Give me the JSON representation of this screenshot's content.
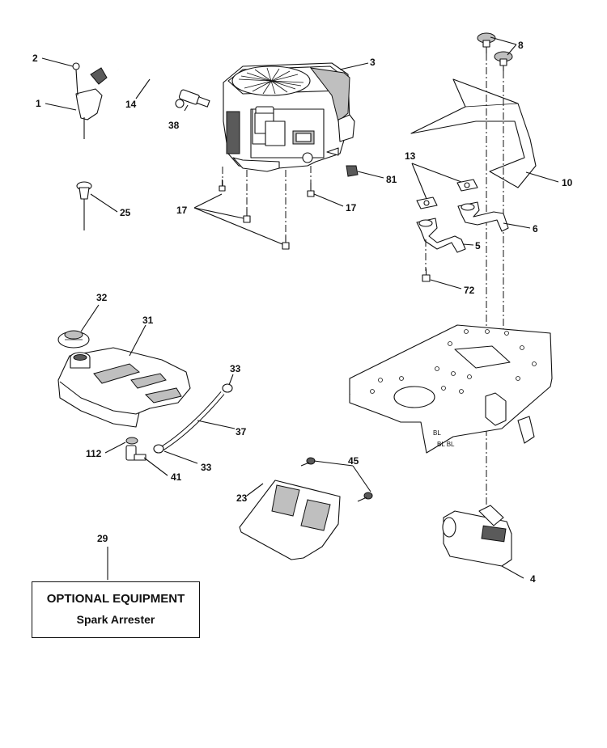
{
  "callouts": {
    "c1": "1",
    "c2": "2",
    "c3": "3",
    "c4": "4",
    "c5": "5",
    "c6": "6",
    "c8": "8",
    "c10": "10",
    "c13": "13",
    "c14": "14",
    "c17a": "17",
    "c17b": "17",
    "c23": "23",
    "c25": "25",
    "c29": "29",
    "c31": "31",
    "c32": "32",
    "c33a": "33",
    "c33b": "33",
    "c37": "37",
    "c38": "38",
    "c41": "41",
    "c45": "45",
    "c72": "72",
    "c81": "81",
    "c112": "112"
  },
  "optional_equipment": {
    "title": "OPTIONAL EQUIPMENT",
    "subtitle": "Spark Arrester"
  },
  "colors": {
    "ink": "#111111",
    "shade": "#bfbfbf",
    "background": "#ffffff"
  }
}
